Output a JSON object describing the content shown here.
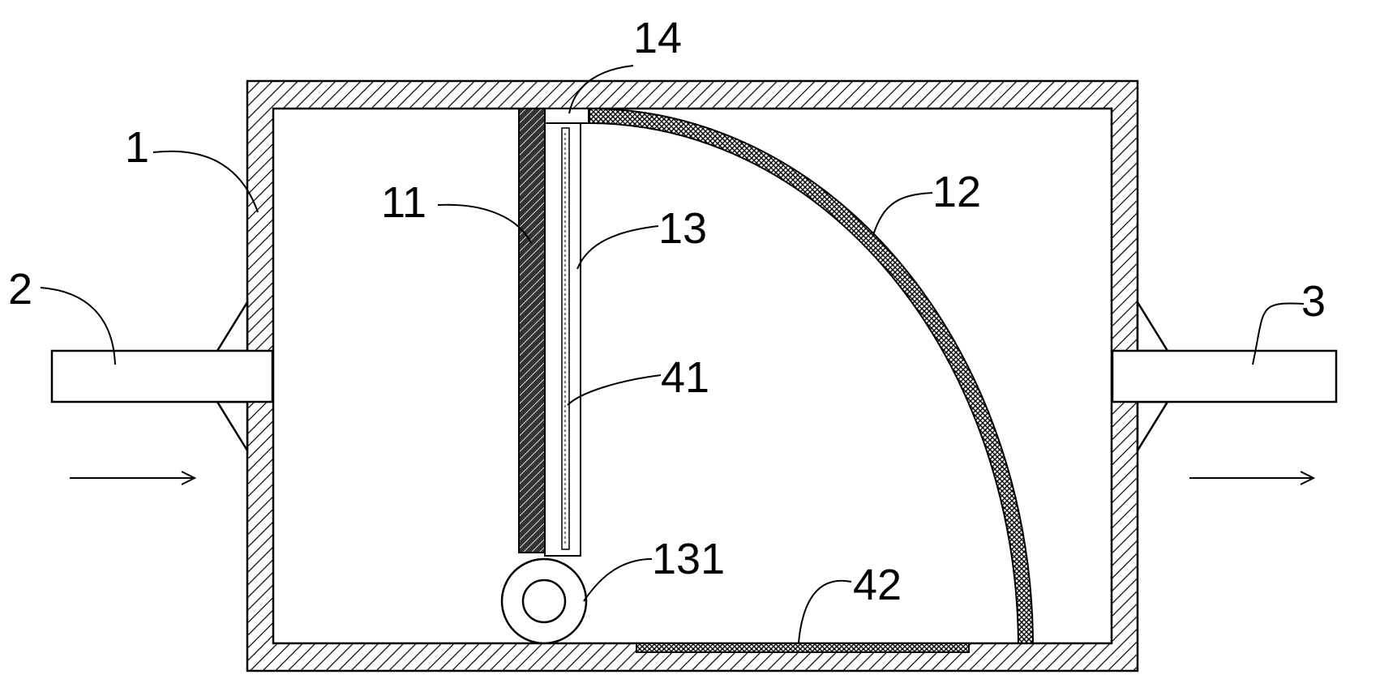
{
  "labels": {
    "l1": "1",
    "l2": "2",
    "l3": "3",
    "l11": "11",
    "l12": "12",
    "l13": "13",
    "l14": "14",
    "l41": "41",
    "l42": "42",
    "l131": "131"
  },
  "colors": {
    "line": "#000000",
    "background": "#ffffff",
    "hatch": "#000000"
  }
}
